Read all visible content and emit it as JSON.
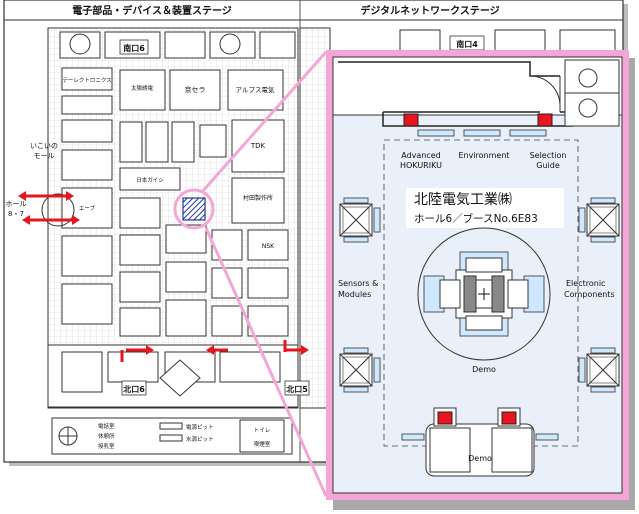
{
  "overview": {
    "left_stage_title": "電子部品・デバイス＆装置ステージ",
    "right_stage_title": "デジタルネットワークステージ",
    "south_entrance_6": "南口6",
    "south_entrance_4": "南口4",
    "north_entrance_6": "北口6",
    "north_entrance_5": "北口5",
    "hall_label_line1": "ホール",
    "hall_label_line2": "8・7",
    "walkway_label_line1": "いこいの",
    "walkway_label_line2": "モール",
    "booths": [
      {
        "label": "テーレクトロニクス"
      },
      {
        "label": "太陽誘電"
      },
      {
        "label": "京セラ"
      },
      {
        "label": "アルプス電気"
      },
      {
        "label": "TDK"
      },
      {
        "label": "村田製作所"
      },
      {
        "label": "日本ガイシ"
      },
      {
        "label": "エーブ"
      },
      {
        "label": "NSK"
      }
    ],
    "legend": {
      "item1": "電話室",
      "item2": "休憩所",
      "item3": "授乳室",
      "item4": "電源ピット",
      "item5": "水源ピット",
      "item6": "トイレ",
      "item7": "喫煙室"
    }
  },
  "detail": {
    "company_name": "北陸電気工業㈱",
    "booth_location": "ホール6／ブースNo.6E83",
    "zone_advanced_line1": "Advanced",
    "zone_advanced_line2": "HOKURIKU",
    "zone_environment": "Environment",
    "zone_selection_line1": "Selection",
    "zone_selection_line2": "Guide",
    "zone_sensors_line1": "Sensors &",
    "zone_sensors_line2": "Modules",
    "zone_electronic_line1": "Electronic",
    "zone_electronic_line2": "Components",
    "zone_demo_center": "Demo",
    "zone_demo_bottom": "Demo"
  },
  "colors": {
    "highlight_pink": "#f4a6d7",
    "booth_floor": "#e9f0fa",
    "exit_arrow_red": "#e8141e",
    "panel_shadow": "#a9a9a9",
    "booth_hatch_blue": "#2233aa"
  }
}
